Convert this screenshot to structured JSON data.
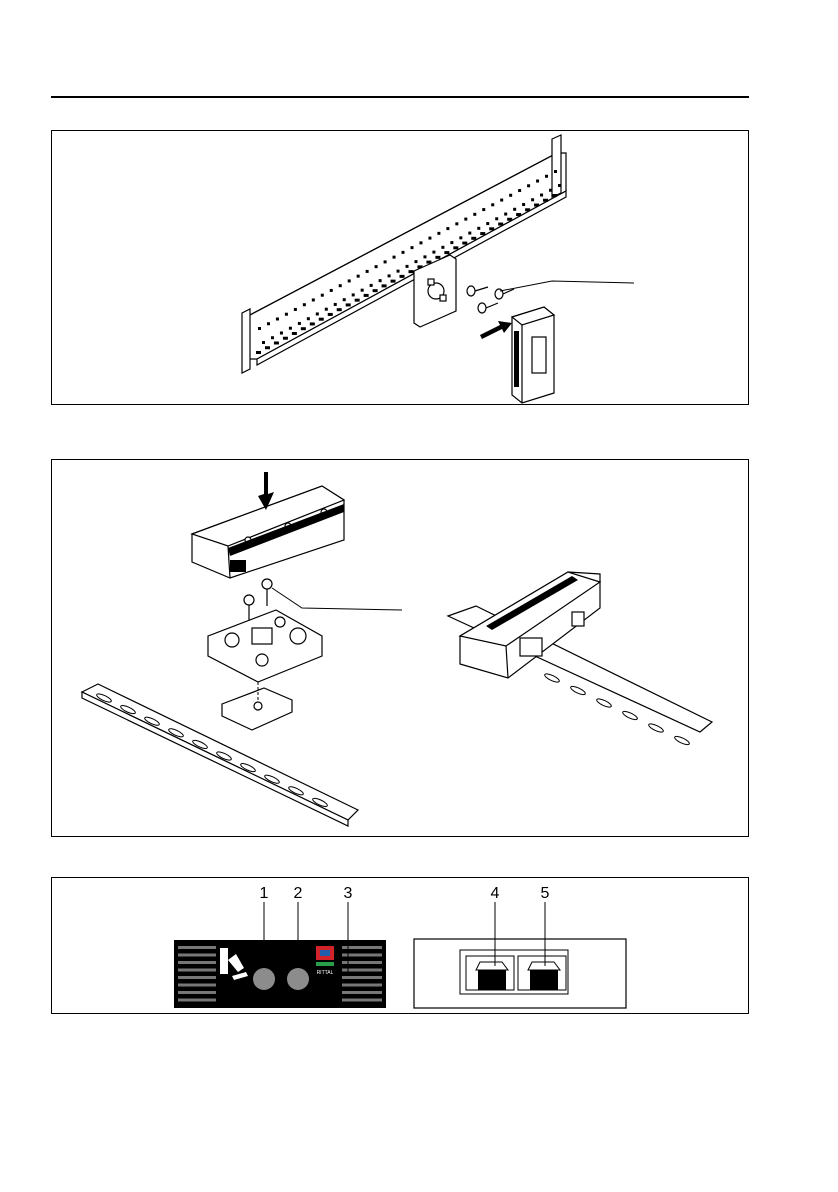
{
  "figure_mount_rail": {
    "icon": "pdu-rail-mounting-illustration"
  },
  "figure_din_rail": {
    "icon": "din-rail-mounting-illustration"
  },
  "figure_front_panel": {
    "callouts": [
      {
        "label": "1"
      },
      {
        "label": "2"
      },
      {
        "label": "3"
      },
      {
        "label": "4"
      },
      {
        "label": "5"
      }
    ],
    "logo_text": "RITTAL",
    "colors": {
      "panel_black": "#000000",
      "led_gray": "#8c8c8c",
      "logo_red": "#d2232a",
      "logo_blue": "#1f5fad",
      "logo_green": "#2a9d4a"
    }
  }
}
